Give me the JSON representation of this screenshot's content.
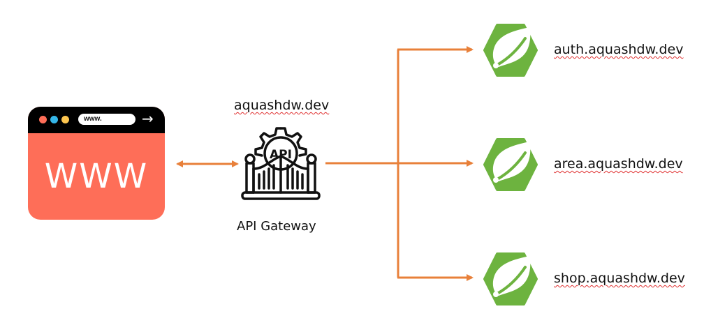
{
  "client": {
    "url_bar_text": "www.",
    "main_text": "WWW",
    "window_dots": [
      "#fe6e58",
      "#35b6e8",
      "#fdc54f"
    ],
    "go_arrow_icon": "arrow-right-icon",
    "color": "#fe6e58"
  },
  "gateway": {
    "domain": "aquashdw.dev",
    "label": "API Gateway",
    "icon_text": "API",
    "icon": "api-gate-gear-icon"
  },
  "services": [
    {
      "domain": "auth.aquashdw.dev",
      "icon": "spring-leaf-icon"
    },
    {
      "domain": "area.aquashdw.dev",
      "icon": "spring-leaf-icon"
    },
    {
      "domain": "shop.aquashdw.dev",
      "icon": "spring-leaf-icon"
    }
  ],
  "colors": {
    "arrow": "#e8803a",
    "spring_green": "#6db33f"
  }
}
